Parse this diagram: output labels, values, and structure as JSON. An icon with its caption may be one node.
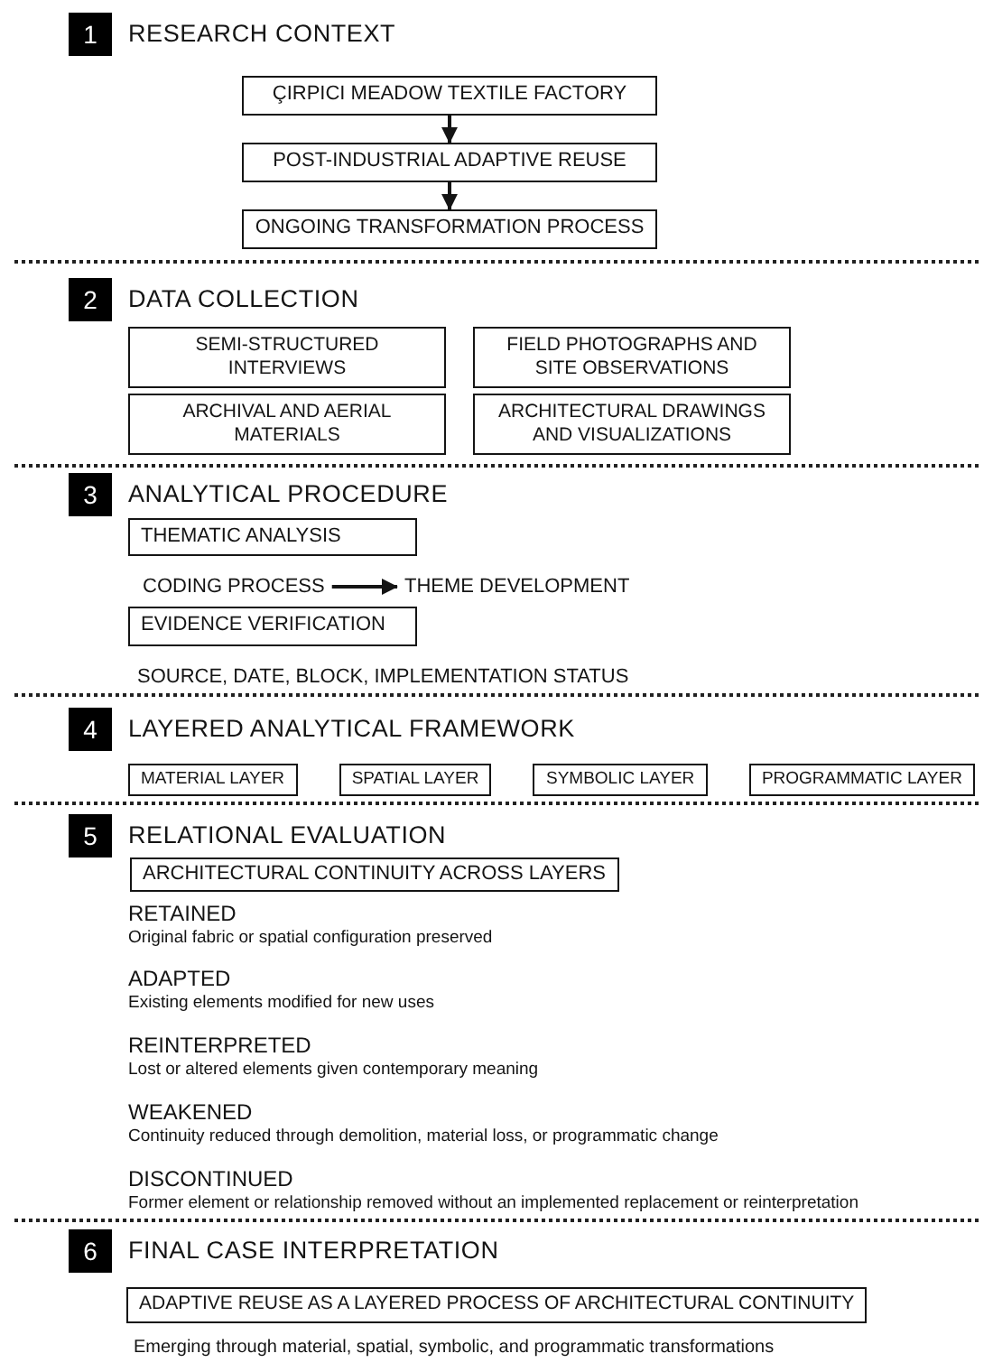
{
  "diagram": {
    "nodes": [
      {
        "text": [
          "1"
        ],
        "beside": [
          "RESEARCH CONTEXT"
        ]
      },
      {
        "text": [
          "ÇIRPICI MEADOW TEXTILE FACTORY"
        ]
      },
      {
        "text": [
          "POST-INDUSTRIAL ADAPTIVE REUSE"
        ]
      },
      {
        "text": [
          "ONGOING TRANSFORMATION PROCESS"
        ]
      },
      {
        "text": [
          "2"
        ],
        "beside": [
          "DATA COLLECTION"
        ]
      },
      {
        "text": [
          "SEMI-STRUCTURED INTERVIEWS"
        ]
      },
      {
        "text": [
          "FIELD PHOTOGRAPHS AND SITE OBSERVATIONS"
        ]
      },
      {
        "text": [
          "ARCHIVAL AND AERIAL MATERIALS"
        ]
      },
      {
        "text": [
          "ARCHITECTURAL DRAWINGS AND VISUALIZATIONS"
        ]
      },
      {
        "text": [
          "3"
        ],
        "beside": [
          "ANALYTICAL PROCEDURE"
        ]
      },
      {
        "text": [
          "THEMATIC ANALYSIS"
        ]
      },
      {
        "text": [
          "CODING PROCESS"
        ]
      },
      {
        "text": [
          "THEME DEVELOPMENT"
        ]
      },
      {
        "text": [
          "EVIDENCE VERIFICATION"
        ],
        "beside": [
          "SOURCE, DATE, BLOCK, IMPLEMENTATION STATUS"
        ]
      },
      {
        "text": [
          "4"
        ],
        "beside": [
          "LAYERED ANALYTICAL FRAMEWORK"
        ]
      },
      {
        "text": [
          "MATERIAL LAYER"
        ]
      },
      {
        "text": [
          "SPATIAL LAYER"
        ]
      },
      {
        "text": [
          "SYMBOLIC LAYER"
        ]
      },
      {
        "text": [
          "PROGRAMMATIC LAYER"
        ]
      },
      {
        "text": [
          "5"
        ],
        "beside": [
          "RELATIONAL EVALUATION"
        ]
      },
      {
        "text": [
          "ARCHITECTURAL CONTINUITY ACROSS LAYERS"
        ]
      },
      {
        "text": [
          "6"
        ],
        "beside": [
          "FINAL CASE INTERPRETATION"
        ]
      },
      {
        "text": [
          "ADAPTIVE REUSE AS A LAYERED PROCESS OF ARCHITECTURAL CONTINUITY"
        ],
        "beside": [
          "Emerging through material, spatial, symbolic, and programmatic transformations"
        ]
      }
    ],
    "edges": [
      {
        "from": 1,
        "to": 2,
        "arrow": "to"
      },
      {
        "from": 2,
        "to": 3,
        "arrow": "to"
      },
      {
        "from": 11,
        "to": 12,
        "arrow": "to"
      }
    ],
    "labels": [
      "RETAINED",
      "Original fabric or spatial configuration preserved",
      "ADAPTED",
      "Existing elements modified for new uses",
      "REINTERPRETED",
      "Lost or altered elements given contemporary meaning",
      "WEAKENED",
      "Continuity reduced through demolition, material loss, or programmatic change",
      "DISCONTINUED",
      "Former element or relationship removed without an implemented replacement or reinterpretation"
    ]
  }
}
